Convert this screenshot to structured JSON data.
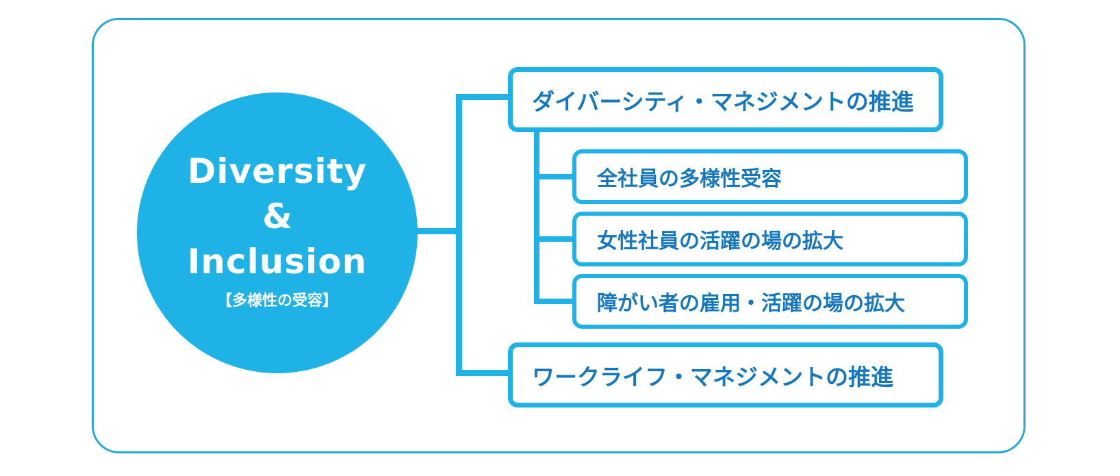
{
  "center": {
    "title_line1": "Diversity",
    "ampersand": "&",
    "title_line2": "Inclusion",
    "subtitle": "【多様性の受容】"
  },
  "branches": {
    "diversity_management": "ダイバーシティ・マネジメントの推進",
    "sub_items": [
      "全社員の多様性受容",
      "女性社員の活躍の場の拡大",
      "障がい者の雇用・活躍の場の拡大"
    ],
    "worklife_management": "ワークライフ・マネジメントの推進"
  },
  "colors": {
    "accent": "#1fb2e6",
    "frame": "#2aa7d9",
    "text": "#1777bd"
  }
}
